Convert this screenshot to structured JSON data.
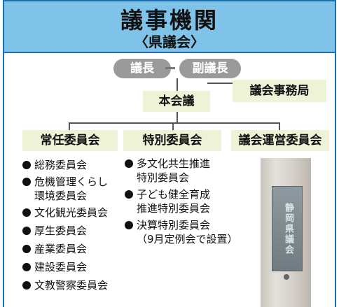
{
  "header": {
    "title": "議事機関",
    "subtitle": "〈県議会〉"
  },
  "officers": {
    "speaker": "議長",
    "vice_speaker": "副議長"
  },
  "secretariat": "議会事務局",
  "plenary": "本会議",
  "committees": [
    {
      "heading": "常任委員会",
      "items": [
        [
          "総務委員会"
        ],
        [
          "危機管理くらし",
          "環境委員会"
        ],
        [
          "文化観光委員会"
        ],
        [
          "厚生委員会"
        ],
        [
          "産業委員会"
        ],
        [
          "建設委員会"
        ],
        [
          "文教警察委員会"
        ]
      ]
    },
    {
      "heading": "特別委員会",
      "items": [
        [
          "多文化共生推進",
          "特別委員会"
        ],
        [
          "子ども健全育成",
          "推進特別委員会"
        ],
        [
          "決算特別委員会",
          "（9月定例会で設置）"
        ]
      ]
    },
    {
      "heading": "議会運営委員会",
      "items": []
    }
  ],
  "photo": {
    "plate_text": "静岡県議会"
  },
  "colors": {
    "frame": "#1a6fb0",
    "header_bg": "#7fc4e8",
    "box_bg": "#eef3d8",
    "pill_bg": "#9a9a9a"
  }
}
